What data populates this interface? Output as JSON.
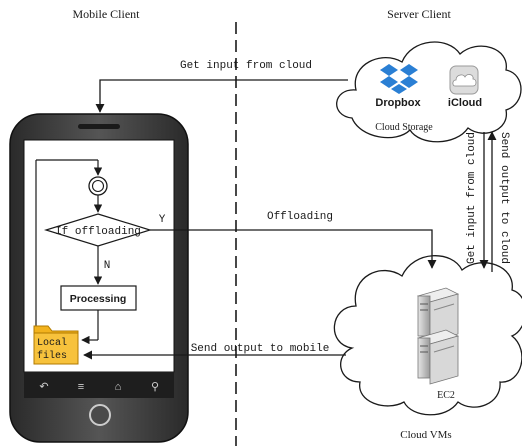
{
  "headers": {
    "mobile_client": "Mobile Client",
    "server_client": "Server Client"
  },
  "labels": {
    "get_input_top": "Get input from cloud",
    "offloading": "Offloading",
    "send_output_mobile": "Send output to mobile",
    "get_input_vertical": "Get input from cloud",
    "send_output_cloud": "Send output to cloud"
  },
  "flowchart": {
    "decision": "If offloading",
    "yes": "Y",
    "no": "N",
    "process": "Processing",
    "local_files_line1": "Local",
    "local_files_line2": "files"
  },
  "cloud_storage": {
    "title": "Cloud Storage",
    "dropbox": "Dropbox",
    "icloud": "iCloud"
  },
  "cloud_vms": {
    "title": "Cloud VMs",
    "ec2": "EC2"
  },
  "colors": {
    "line": "#1a1a1a",
    "phone_body": "#3a3a3a",
    "screen": "#ffffff",
    "folder": "#f2b21d",
    "dropbox_blue": "#2a7fd4",
    "server_gray": "#c8c8c8"
  }
}
